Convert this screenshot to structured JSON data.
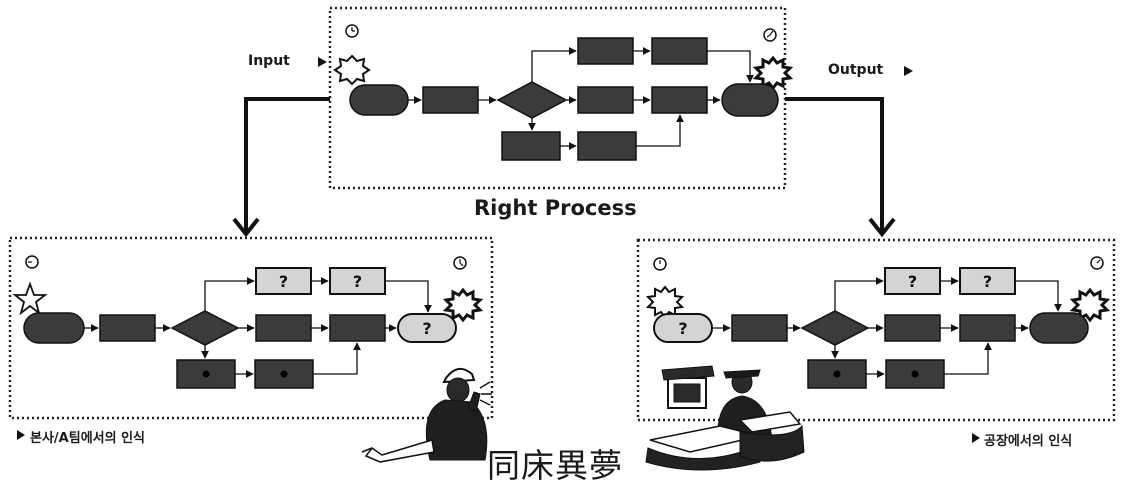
{
  "labels": {
    "input": "Input",
    "output": "Output",
    "right_process": "Right Process",
    "hq_caption": "본사/A팀에서의 인식",
    "factory_caption": "공장에서의 인식",
    "idiom": "同床異夢"
  },
  "unknown_mark": "?",
  "colors": {
    "box_fill": "#3b3b3b",
    "pale_fill": "#d4d4d4",
    "line": "#111111",
    "frame": "#222222",
    "background": "#ffffff"
  },
  "icons": [
    "clock-icon",
    "burst-icon",
    "star-icon",
    "arrow-icon",
    "worker-figure",
    "clerk-figure"
  ]
}
